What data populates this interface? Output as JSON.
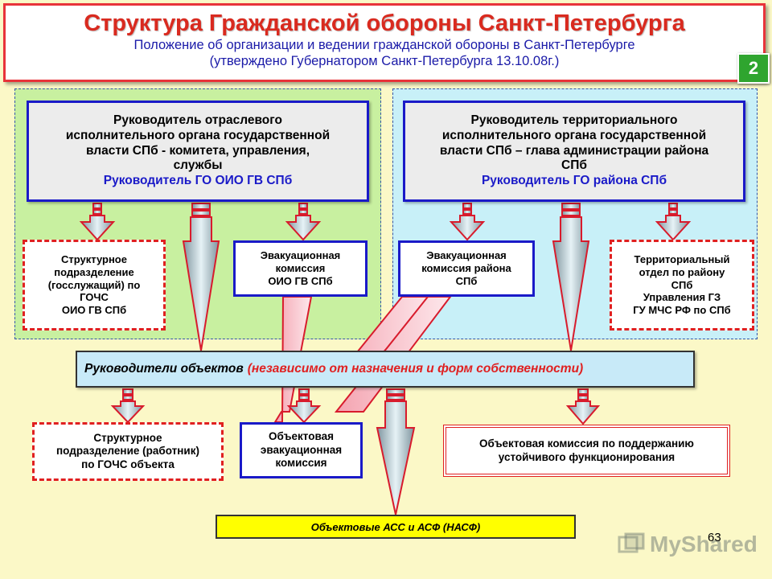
{
  "header": {
    "title": "Структура Гражданской обороны Санкт-Петербурга",
    "subtitle_line1": "Положение об организации и ведении гражданской обороны в Санкт-Петербурге",
    "subtitle_line2": "(утверждено Губернатором Санкт-Петербурга 13.10.08г.)",
    "slide_badge": "2"
  },
  "left_head": {
    "line1": "Руководитель отраслевого",
    "line2": "исполнительного органа государственной",
    "line3": "власти СПб - комитета, управления,",
    "line4": "службы",
    "line5": "Руководитель ГО ОИО ГВ СПб"
  },
  "right_head": {
    "line1": "Руководитель территориального",
    "line2": "исполнительного органа государственной",
    "line3": "власти СПб – глава администрации района",
    "line4": "СПб",
    "line5": "Руководитель ГО района СПб"
  },
  "structural_unit": {
    "line1": "Структурное",
    "line2": "подразделение",
    "line3": "(госслужащий) по",
    "line4": "ГОЧС",
    "line5": "ОИО ГВ СПб"
  },
  "evac_left": {
    "line1": "Эвакуационная",
    "line2": "комиссия",
    "line3": "ОИО ГВ СПб"
  },
  "evac_right": {
    "line1": "Эвакуационная",
    "line2": "комиссия района",
    "line3": "СПб"
  },
  "territorial": {
    "line1": "Территориальный",
    "line2": "отдел по району",
    "line3": "СПб",
    "line4": "Управления ГЗ",
    "line5": "ГУ МЧС РФ по СПб"
  },
  "objects_bar": {
    "main": "Руководители объектов",
    "note": "(независимо от назначения и форм собственности)"
  },
  "object_unit": {
    "line1": "Структурное",
    "line2": "подразделение (работник)",
    "line3": "по ГОЧС объекта"
  },
  "object_evac": {
    "line1": "Объектовая",
    "line2": "эвакуационная",
    "line3": "комиссия"
  },
  "object_commission": {
    "line1": "Объектовая комиссия по поддержанию",
    "line2": "устойчивого функционирования"
  },
  "ass": {
    "label": "Объектовые АСС и АСФ (НАСФ)"
  },
  "page_number": "63",
  "watermark": {
    "text": "MyShared"
  },
  "colors": {
    "title_red": "#d92a1f",
    "blue": "#1a1ac8",
    "dash_red": "#e02020",
    "left_zone": "#c8f0a0",
    "right_zone": "#c8f0f8",
    "background": "#fbf8c7",
    "yellow": "#ffff00",
    "badge_green": "#2fa52f"
  }
}
